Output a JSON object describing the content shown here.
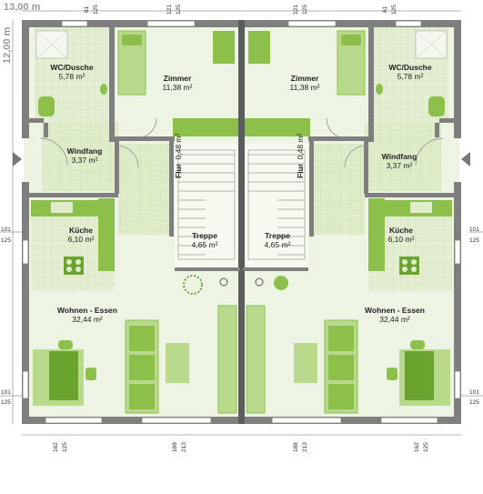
{
  "overall": {
    "width_label": "13,00 m",
    "depth_label": "12,00 m"
  },
  "rooms_left": [
    {
      "key": "wc",
      "name": "WC/Dusche",
      "area": "5,78 m²"
    },
    {
      "key": "zimmer",
      "name": "Zimmer",
      "area": "11,38 m²"
    },
    {
      "key": "windfang",
      "name": "Windfang",
      "area": "3,37 m²"
    },
    {
      "key": "flur",
      "name": "Flur",
      "area": "0,48 m²"
    },
    {
      "key": "kueche",
      "name": "Küche",
      "area": "6,10 m²"
    },
    {
      "key": "treppe",
      "name": "Treppe",
      "area": "4,65 m²"
    },
    {
      "key": "wohnen",
      "name": "Wohnen - Essen",
      "area": "32,44 m²"
    }
  ],
  "rooms_right": [
    {
      "key": "wc",
      "name": "WC/Dusche",
      "area": "5,78 m²"
    },
    {
      "key": "zimmer",
      "name": "Zimmer",
      "area": "11,38 m²"
    },
    {
      "key": "windfang",
      "name": "Windfang",
      "area": "3,37 m²"
    },
    {
      "key": "flur",
      "name": "Flur",
      "area": "0,48 m²"
    },
    {
      "key": "kueche",
      "name": "Küche",
      "area": "6,10 m²"
    },
    {
      "key": "treppe",
      "name": "Treppe",
      "area": "4,65 m²"
    },
    {
      "key": "wohnen",
      "name": "Wohnen - Essen",
      "area": "32,44 m²"
    }
  ],
  "dims_top": {
    "a": "61",
    "b": "125",
    "c": "121",
    "d": "125"
  },
  "dims_side": {
    "a": "101",
    "b": "125"
  },
  "dims_bottom": {
    "a": "162",
    "b": "125",
    "c": "188",
    "d": "213"
  },
  "colors": {
    "floor": "#e8f1d9",
    "tile": "#dceac6",
    "wall": "#7d7d7d",
    "green": "#8dc04b",
    "dark_green": "#6aa32e",
    "light_green": "#b9d98c"
  }
}
